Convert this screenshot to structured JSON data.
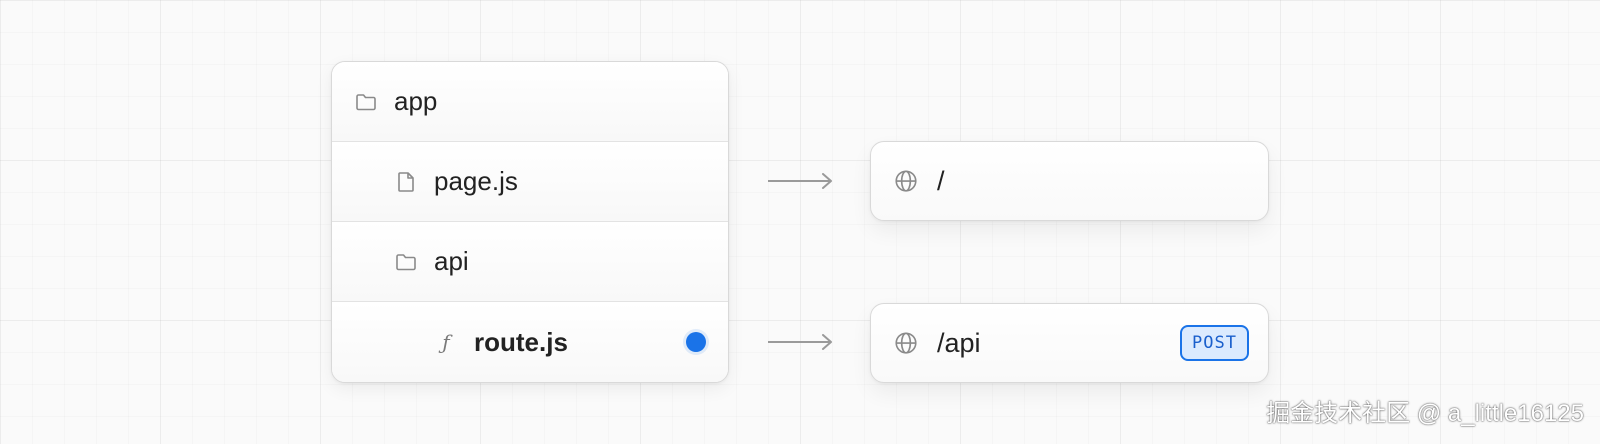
{
  "tree": {
    "items": [
      {
        "label": "app",
        "icon": "folder-icon",
        "level": 0,
        "bold": false
      },
      {
        "label": "page.js",
        "icon": "file-icon",
        "level": 1,
        "bold": false
      },
      {
        "label": "api",
        "icon": "folder-icon",
        "level": 1,
        "bold": false
      },
      {
        "label": "route.js",
        "icon": "function-icon",
        "icon_glyph": "ƒ",
        "level": 2,
        "bold": true,
        "indicator": "blue-dot"
      }
    ]
  },
  "routes": [
    {
      "path": "/",
      "icon": "globe-icon"
    },
    {
      "path": "/api",
      "icon": "globe-icon",
      "badge": "POST"
    }
  ],
  "watermark": "掘金技术社区 @ a_little16125",
  "colors": {
    "accent": "#1a73e8",
    "badge_bg": "#dbeafe",
    "text": "#222222",
    "border": "#d9d9d9",
    "arrow": "#9a9a9a"
  }
}
